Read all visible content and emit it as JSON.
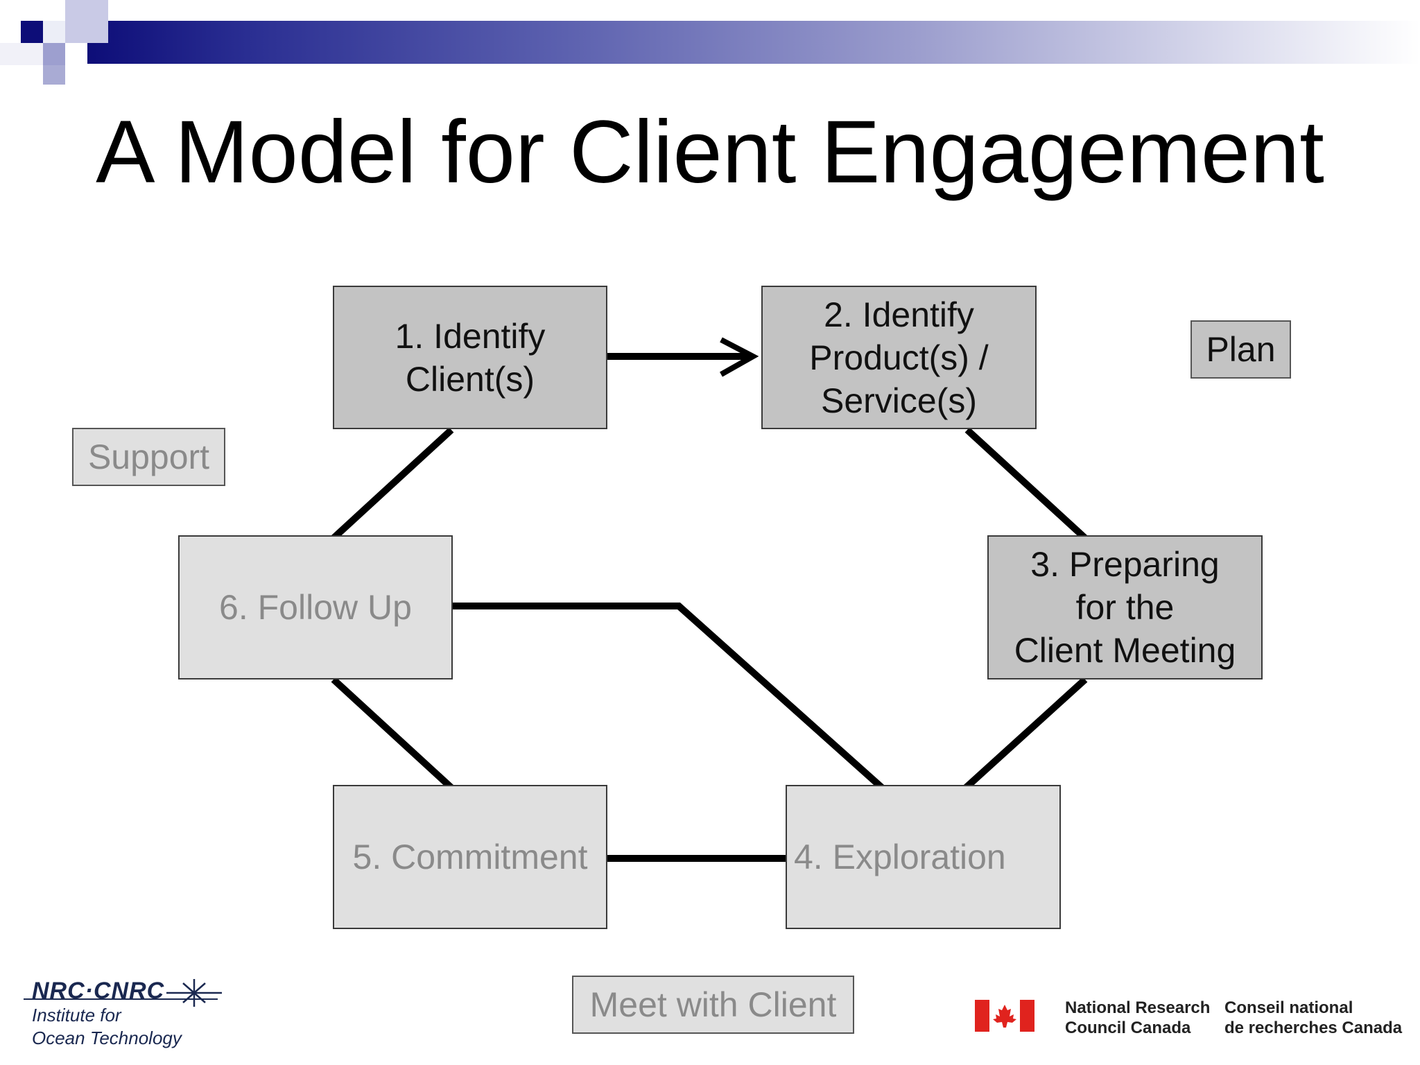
{
  "slide": {
    "title": "A Model for Client Engagement"
  },
  "diagram": {
    "steps": [
      {
        "label": "1.  Identify\nClient(s)"
      },
      {
        "label": "2. Identify\nProduct(s) /\nService(s)"
      },
      {
        "label": "3. Preparing\nfor the\nClient Meeting"
      },
      {
        "label": "4. Exploration"
      },
      {
        "label": "5. Commitment"
      },
      {
        "label": "6. Follow Up"
      }
    ],
    "phases": {
      "plan": "Plan",
      "support": "Support",
      "meet": "Meet with Client"
    }
  },
  "footer": {
    "nrc_logo": "NRC·CNRC",
    "institute": "Institute for\nOcean Technology",
    "org_en": "National Research\nCouncil Canada",
    "org_fr": "Conseil national\nde recherches Canada"
  },
  "colors": {
    "header_start": "#0d0d78",
    "box_dark": "#c3c3c3",
    "box_light": "#e0e0e0",
    "flag_red": "#e0231e"
  },
  "icons": [
    "header-squares-icon",
    "nrc-star-icon",
    "canada-flag-icon"
  ]
}
